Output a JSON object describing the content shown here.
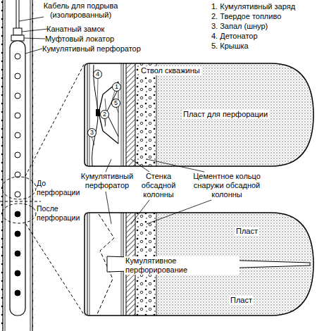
{
  "diagram": {
    "nodes": [
      {
        "text": [
          "Ствол скважины",
          "Пласт для перфорации"
        ]
      },
      {
        "text": [
          "До перфорации"
        ]
      },
      {
        "text": [
          "После перфорации"
        ]
      },
      {
        "text": [
          "Пласт",
          "Кумулятивное перфорирование",
          "Пласт"
        ]
      }
    ],
    "edges": [
      {
        "from": 1,
        "to": 0,
        "arrow": "none"
      },
      {
        "from": 2,
        "to": 3,
        "arrow": "none"
      }
    ],
    "labels": [
      "Кабель для подрыва (изолированный)",
      "Канатный замок",
      "Муфтовый локатор",
      "Кумулятивный перфоратор",
      "1. Кумулятивный заряд",
      "2. Твердое топливо",
      "3. Запал (шнур)",
      "4. Детонатор",
      "5. Крышка",
      "4",
      "1",
      "5",
      "2",
      "3",
      "Кумулятивный перфоратор",
      "Стенка обсадной колонны",
      "Цементное кольцо снаружи обсадной колонны"
    ]
  }
}
